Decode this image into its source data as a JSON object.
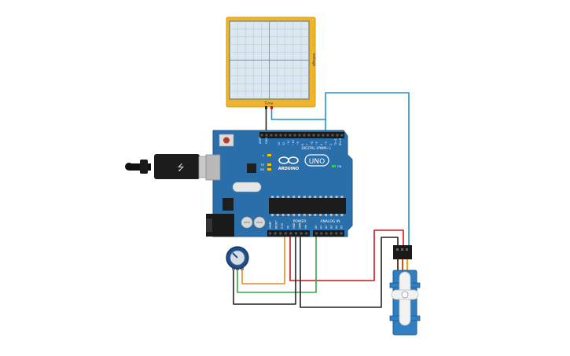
{
  "oscilloscope": {
    "y_label": "Voltage",
    "x_label": "Time"
  },
  "arduino": {
    "aref_label": "AREF",
    "gnd_label": "GND",
    "digital_pin_labels": [
      "13",
      "12",
      "~11",
      "~10",
      "~9",
      "8",
      "7",
      "~6",
      "~5",
      "4",
      "~3",
      "2",
      "TX→1",
      "RX←0"
    ],
    "digital_label": "DIGITAL (PWM~)",
    "led_labels": [
      "L",
      "TX",
      "RX"
    ],
    "logo_text": "ARDUINO",
    "uno_text": "UNO",
    "on_label": "ON",
    "power_label": "POWER",
    "analog_label": "ANALOG IN",
    "power_pin_labels": [
      "IOREF",
      "RESET",
      "3.3V",
      "5V",
      "GND",
      "GND",
      "Vin"
    ],
    "analog_pin_labels": [
      "A0",
      "A1",
      "A2",
      "A3",
      "A4",
      "A5"
    ]
  },
  "colors": {
    "board": "#2a6eaa",
    "scope_frame": "#f0b428",
    "wire_blue": "#1f96c8",
    "wire_orange": "#e98a1f",
    "wire_red": "#d0141b",
    "wire_green": "#34a846",
    "wire_black": "#222222",
    "servo_body": "#2f7fc1"
  }
}
